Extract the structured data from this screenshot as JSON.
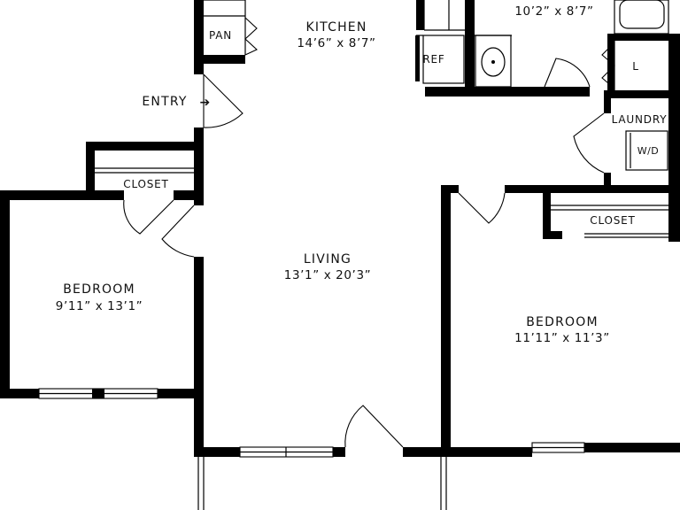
{
  "rooms": {
    "kitchen": {
      "name": "KITCHEN",
      "dims": "14’6” x 8’7”"
    },
    "bath": {
      "dims": "10’2” x 8’7”"
    },
    "living": {
      "name": "LIVING",
      "dims": "13’1” x 20’3”"
    },
    "bedroom_left": {
      "name": "BEDROOM",
      "dims": "9’11” x 13’1”"
    },
    "bedroom_right": {
      "name": "BEDROOM",
      "dims": "11’11” x 11’3”"
    }
  },
  "labels": {
    "pantry": "PAN",
    "refrigerator": "REF",
    "linen": "L",
    "laundry": "LAUNDRY",
    "washer_dryer": "W/D",
    "closet_left": "CLOSET",
    "closet_right": "CLOSET",
    "entry": "ENTRY",
    "entry_arrow": "➔"
  }
}
